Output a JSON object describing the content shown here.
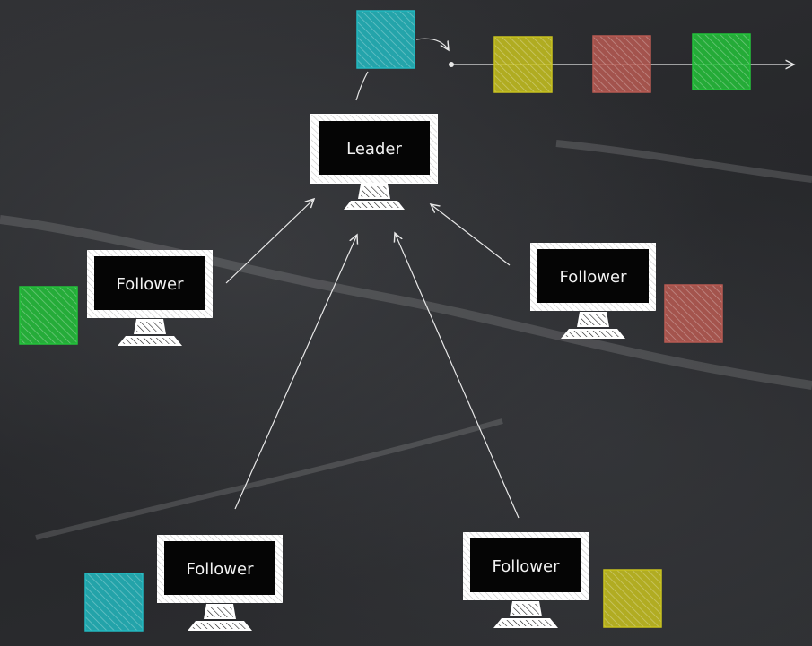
{
  "leader": {
    "label": "Leader"
  },
  "followers": [
    {
      "label": "Follower",
      "log_entry_color": "#23c23a"
    },
    {
      "label": "Follower",
      "log_entry_color": "#b85a52"
    },
    {
      "label": "Follower",
      "log_entry_color": "#22b8c0"
    },
    {
      "label": "Follower",
      "log_entry_color": "#c8c21e"
    }
  ],
  "incoming_entry": {
    "color": "#22b8c0"
  },
  "log_chain": [
    {
      "color": "#c8c21e"
    },
    {
      "color": "#b85a52"
    },
    {
      "color": "#23c23a"
    }
  ]
}
